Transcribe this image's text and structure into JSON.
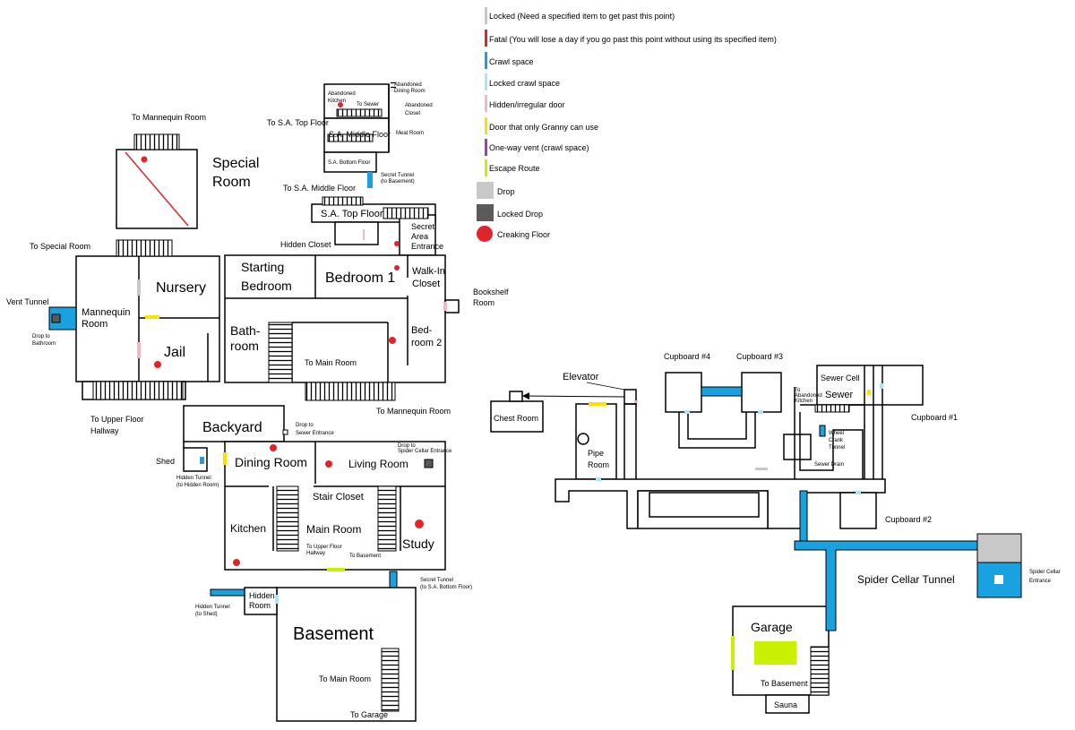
{
  "legend": {
    "locked": "Locked (Need a specified item to get past this point)",
    "fatal": "Fatal (You will lose a day if you go past this point without using its specified item)",
    "crawl": "Crawl space",
    "locked_crawl": "Locked crawl space",
    "hidden_door": "Hidden/irregular door",
    "granny_door": "Door that only Granny can use",
    "oneway_vent": "One-way vent (crawl space)",
    "escape": "Escape Route",
    "drop": "Drop",
    "locked_drop": "Locked Drop",
    "creaking": "Creaking Floor",
    "colors": {
      "locked": "#c8c8c8",
      "fatal": "#e0242c",
      "crawl": "#1aa2e0",
      "locked_crawl": "#a8e6f7",
      "hidden_door": "#f3b8c4",
      "granny_door": "#f5e400",
      "oneway_vent": "#9b3fc0",
      "escape": "#c8f000",
      "drop": "#c8c8c8",
      "locked_drop": "#5a5a5a",
      "creaking": "#e0242c"
    }
  },
  "top": {
    "abandoned_kitchen": "Abandoned Kitchen",
    "abandoned_dining": "Abandoned Dining Room",
    "abandoned_closet": "Abandoned Closet",
    "to_sewer": "To Sewer",
    "to_sa_top_floor": "To S.A. Top Floor",
    "sa_middle_floor": "S.A. Middle Floor",
    "meat_room": "Meat Room",
    "sa_bottom_floor": "S.A. Bottom Floor",
    "secret_tunnel_basement": "Secret Tunnel (to Basement)",
    "to_sa_middle_floor": "To S.A. Middle Floor",
    "sa_top_floor": "S.A. Top Floor",
    "hidden_closet": "Hidden Closet",
    "secret_area_entrance": "Secret Area Entrance"
  },
  "upper": {
    "to_mannequin_room": "To Mannequin Room",
    "special_room": "Special Room",
    "to_special_room": "To Special Room",
    "nursery": "Nursery",
    "mannequin_room": "Mannequin Room",
    "jail": "Jail",
    "vent_tunnel": "Vent Tunnel",
    "drop_to_bathroom": "Drop to Bathroom",
    "to_upper_floor_hallway": "To Upper Floor Hallway",
    "starting_bedroom": "Starting Bedroom",
    "bedroom1": "Bedroom 1",
    "walkin_closet": "Walk-In Closet",
    "bookshelf_room": "Bookshelf Room",
    "bathroom": "Bath-room",
    "to_main_room": "To Main Room",
    "bedroom2": "Bed-room 2",
    "to_mannequin_room2": "To Mannequin Room"
  },
  "main": {
    "backyard": "Backyard",
    "drop_sewer_entrance": "Drop to Sewer Entrance",
    "shed": "Shed",
    "hidden_tunnel_hidden_room": "Hidden Tunnel (to Hidden Room)",
    "dining_room": "Dining Room",
    "living_room": "Living Room",
    "drop_spider_cellar": "Drop to Spider Cellar Entrance",
    "stair_closet": "Stair Closet",
    "kitchen": "Kitchen",
    "main_room": "Main Room",
    "study": "Study",
    "to_upper_floor_hallway": "To Upper Floor Hallway",
    "to_basement": "To Basement"
  },
  "basement": {
    "hidden_tunnel_shed": "Hidden Tunnel (to Shed)",
    "hidden_room": "Hidden Room",
    "basement": "Basement",
    "secret_tunnel_sa": "Secret Tunnel (to S.A. Bottom Floor)",
    "to_main_room": "To Main Room",
    "to_garage": "To Garage"
  },
  "sewer": {
    "elevator": "Elevator",
    "chest_room": "Chest Room",
    "pipe_room": "Pipe Room",
    "cupboard4": "Cupboard #4",
    "cupboard3": "Cupboard #3",
    "sewer_cell": "Sewer Cell",
    "sewer": "Sewer",
    "to_abandoned_kitchen": "To Abandoned Kitchen",
    "wheel_crank_tunnel": "Wheel Crank Tunnel",
    "sewer_drain": "Sewer Drain",
    "cupboard1": "Cupboard #1",
    "cupboard2": "Cupboard #2",
    "spider_cellar_tunnel": "Spider Cellar Tunnel",
    "spider_cellar_entrance": "Spider Cellar Entrance",
    "garage": "Garage",
    "to_basement": "To Basement",
    "sauna": "Sauna"
  }
}
